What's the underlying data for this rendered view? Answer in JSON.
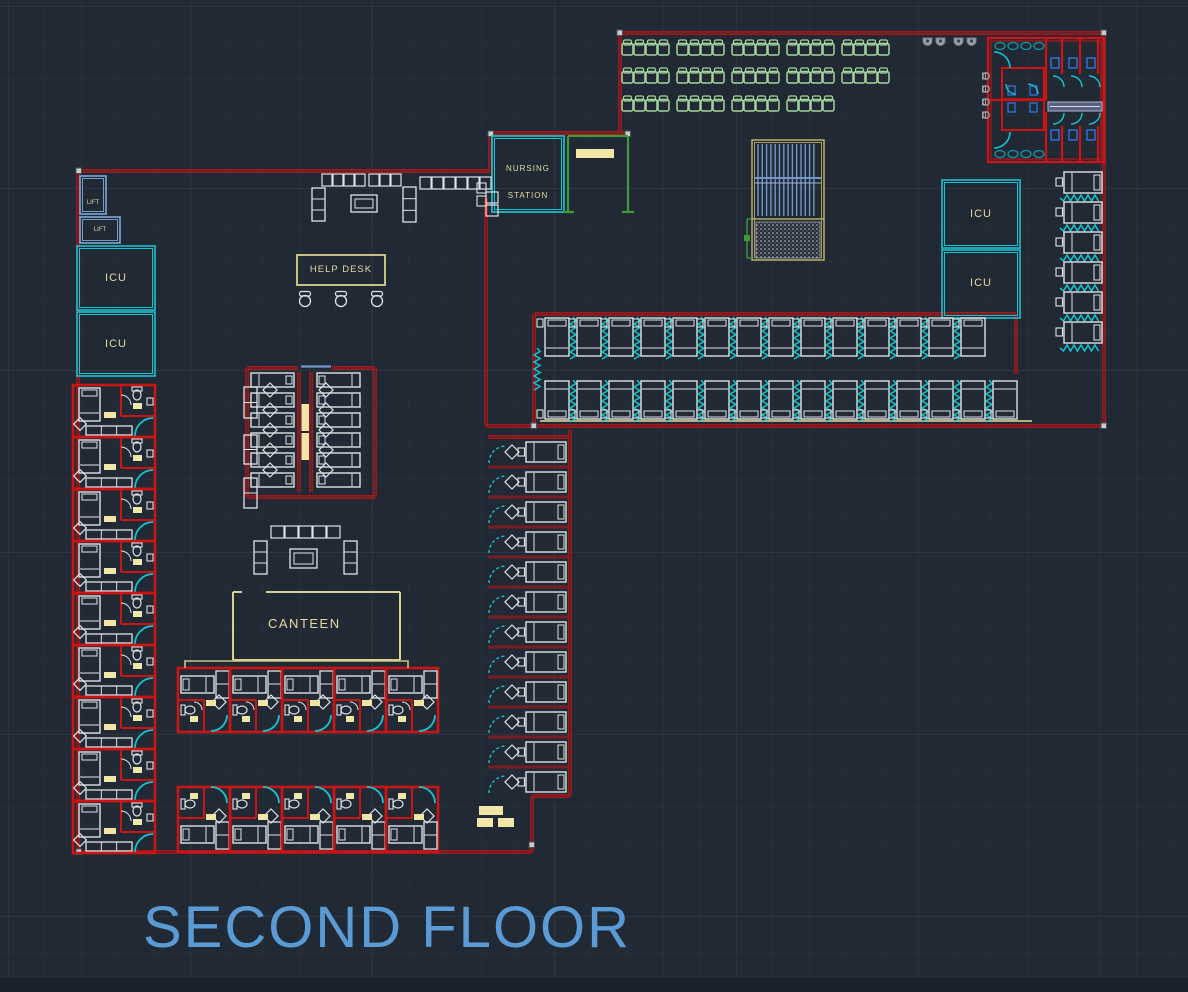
{
  "drawing": {
    "type": "cad-floor-plan",
    "floor": "SECOND FLOOR"
  },
  "labels": {
    "title": "SECOND FLOOR",
    "nursing_line1": "NURSING",
    "nursing_line2": "STATION",
    "help_desk": "HELP DESK",
    "canteen": "CANTEEN",
    "icu_left_1": "ICU",
    "icu_left_2": "ICU",
    "icu_right_1": "ICU",
    "icu_right_2": "ICU",
    "lift_1": "LIFT",
    "lift_2": "LIFT"
  },
  "colors": {
    "background": "#212934",
    "wall_red": "#cc1414",
    "cyan": "#17c4cf",
    "teal_dark": "#0f98a6",
    "furniture_white": "#dfe3e6",
    "label_khaki": "#e3d9a2",
    "fill_khaki": "#efe6a8",
    "canteen_outline": "#d9d190",
    "tan_line": "#cbc388",
    "seat_green": "#a5d69e",
    "wall_green": "#3f9a3c",
    "lift_blue": "#7fa8d8",
    "stair_blue": "#7396c8",
    "stair_outline": "#b0aa68",
    "title_blue": "#5b9bd5",
    "fixture_gray": "#9aa0a6",
    "fixture_blue": "#2f6fd4",
    "grip_white": "#c9cdd1"
  },
  "symbols": {
    "privacy_curtain": "cyan-zigzag-line",
    "door_swing": "quarter-arc",
    "patient_bed": "rect-with-pillow",
    "staircase": "parallel-tread-bars",
    "waiting_seat": "green-chair"
  }
}
